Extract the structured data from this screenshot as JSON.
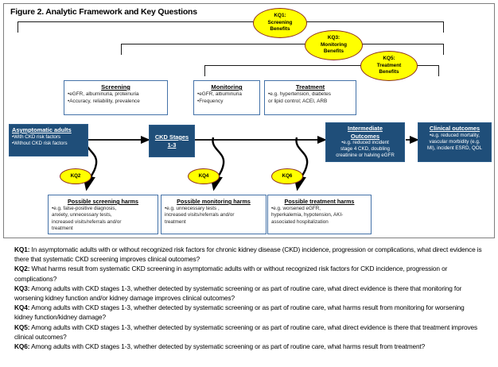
{
  "figure": {
    "title": "Figure 2. Analytic Framework and Key Questions"
  },
  "benefit_ovals": [
    {
      "id": "kq1",
      "line1": "KQ1:",
      "line2": "Screening",
      "line3": "Benefits"
    },
    {
      "id": "kq3",
      "line1": "KQ3:",
      "line2": "Monitoring",
      "line3": "Benefits"
    },
    {
      "id": "kq5",
      "line1": "KQ5:",
      "line2": "Treatment",
      "line3": "Benefits"
    }
  ],
  "harm_ovals": [
    {
      "id": "kq2",
      "label": "KQ2"
    },
    {
      "id": "kq4",
      "label": "KQ4"
    },
    {
      "id": "kq6",
      "label": "KQ6"
    }
  ],
  "intervention_boxes": [
    {
      "id": "screening",
      "heading": "Screening",
      "items": [
        "•eGFR, albuminuria, proteinuria",
        "•Accuracy, reliability, prevalence"
      ]
    },
    {
      "id": "monitoring",
      "heading": "Monitoring",
      "items": [
        "•eGFR, albuminuria",
        "•Frequency"
      ]
    },
    {
      "id": "treatment",
      "heading": "Treatment",
      "items": [
        "•e.g. hypertension, diabetes",
        "or lipid control; ACEI, ARB"
      ]
    }
  ],
  "flow_boxes": {
    "population": {
      "heading": "Asymptomatic adults",
      "items": [
        "•With CKD risk factors",
        "•Without CKD  risk factors"
      ]
    },
    "ckd_stages": {
      "heading_line1": "CKD Stages",
      "heading_line2": "1-3"
    },
    "intermediate": {
      "heading_line1": "Intermediate",
      "heading_line2": "Outcomes",
      "items": [
        "•e.g. reduced incident",
        "stage 4 CKD, doubling",
        "creatinine or halving eGFR"
      ]
    },
    "clinical": {
      "heading": "Clinical outcomes",
      "items": [
        "•e.g. reduced mortality,",
        "vascular morbidity (e.g.",
        "MI), incident ESRD, QOL"
      ]
    }
  },
  "harm_boxes": [
    {
      "id": "screening-harms",
      "heading": "Possible screening harms",
      "items": [
        "•e.g. false-positive diagnosis,",
        "anxiety, unnecessary tests,",
        "increased visits/referrals and/or",
        "treatment"
      ]
    },
    {
      "id": "monitoring-harms",
      "heading": "Possible monitoring harms",
      "items": [
        "•e.g. unnecessary tests ,",
        "increased visits/referrals and/or",
        "treatment"
      ]
    },
    {
      "id": "treatment-harms",
      "heading": "Possible treatment harms",
      "items": [
        "•e.g. worsened eGFR,",
        "hyperkalemia, hypotension, AKI-",
        "associated hospitalization"
      ]
    }
  ],
  "key_questions": [
    {
      "label": "KQ1:",
      "text": " In asymptomatic adults with or without recognized risk factors for chronic kidney disease (CKD) incidence, progression or complications, what direct evidence is there that systematic CKD screening improves clinical outcomes?"
    },
    {
      "label": "KQ2:",
      "text": " What harms result from systematic CKD screening in asymptomatic adults with or without recognized risk factors for CKD  incidence, progression or complications?"
    },
    {
      "label": "KQ3:",
      "text": " Among adults with CKD stages 1-3, whether detected by systematic screening or as part of routine care, what direct evidence is there that monitoring for worsening kidney function and/or kidney damage improves clinical outcomes?"
    },
    {
      "label": "KQ4:",
      "text": " Among adults with CKD stages 1-3, whether detected by systematic screening or as part of routine care, what harms result from monitoring for worsening kidney function/kidney damage?"
    },
    {
      "label": "KQ5:",
      "text": " Among adults with CKD stages 1-3, whether detected by systematic screening or as part of routine care, what direct evidence is there that treatment improves clinical outcomes?"
    },
    {
      "label": "KQ6:",
      "text": " Among adults with CKD stages 1-3, whether detected by systematic screening or as part of routine care, what harms result from treatment?"
    }
  ],
  "colors": {
    "oval_fill": "#ffff00",
    "oval_stroke": "#8c2f1a",
    "flow_box_fill": "#1f4e79",
    "info_box_stroke": "#4472a8",
    "frame_stroke": "#7f7f7f",
    "arrow_stroke": "#000000"
  }
}
